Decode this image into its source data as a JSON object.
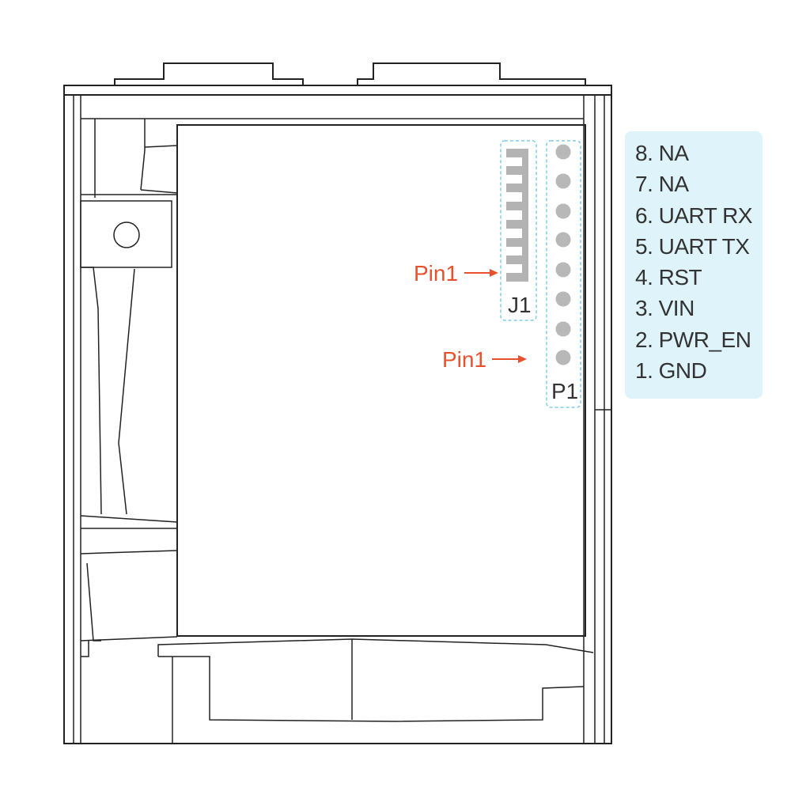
{
  "labels": {
    "j1_pin1": "Pin1",
    "p1_pin1": "Pin1",
    "j1": "J1",
    "p1": "P1"
  },
  "pin_list": [
    "8. NA",
    "7. NA",
    "6. UART RX",
    "5. UART TX",
    "4. RST",
    "3. VIN",
    "2. PWR_EN",
    "1. GND"
  ],
  "colors": {
    "annotation": "#e8502e",
    "panel_background": "#dff3fa",
    "highlight_outline": "#7fcde8",
    "pin_dot": "#b8b8b8",
    "connector": "#b3b3b3",
    "outline": "#222222"
  }
}
